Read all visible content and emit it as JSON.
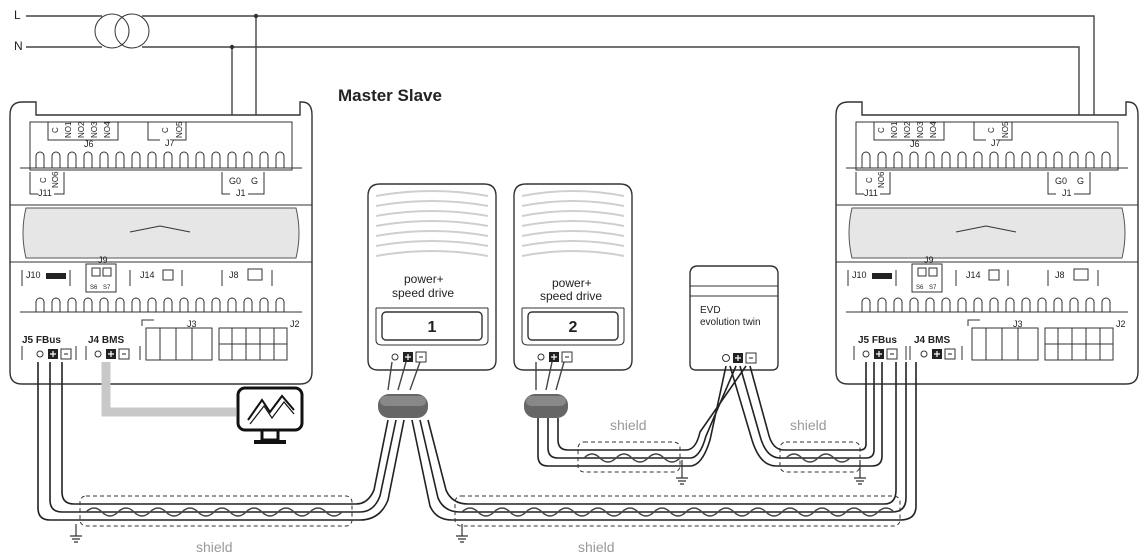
{
  "title": "Master Slave",
  "supply": {
    "l": "L",
    "n": "N"
  },
  "controller_left": {
    "j6": "J6",
    "j7": "J7",
    "j11": "J11",
    "j1": "J1",
    "c1": "C",
    "no1": "NO1",
    "no2": "NO2",
    "no3": "NO3",
    "no4": "NO4",
    "c7": "C",
    "no5": "NO5",
    "c11": "C",
    "no6": "NO6",
    "g0": "G0",
    "g": "G",
    "j9": "J9",
    "j10": "J10",
    "j14": "J14",
    "j8": "J8",
    "j5": "J5 FBus",
    "j4": "J4 BMS",
    "j3": "J3",
    "j2": "J2",
    "s6": "S6",
    "s7": "S7"
  },
  "controller_right": {
    "j6": "J6",
    "j7": "J7",
    "j11": "J11",
    "j1": "J1",
    "c1": "C",
    "no1": "NO1",
    "no2": "NO2",
    "no3": "NO3",
    "no4": "NO4",
    "c7": "C",
    "no5": "NO5",
    "c11": "C",
    "no6": "NO6",
    "g0": "G0",
    "g": "G",
    "j9": "J9",
    "j10": "J10",
    "j14": "J14",
    "j8": "J8",
    "j5": "J5 FBus",
    "j4": "J4 BMS",
    "j3": "J3",
    "j2": "J2",
    "s6": "S6",
    "s7": "S7"
  },
  "drive1": {
    "line1": "power+",
    "line2": "speed drive",
    "number": "1"
  },
  "drive2": {
    "line1": "power+",
    "line2": "speed drive",
    "number": "2"
  },
  "evd": {
    "line1": "EVD",
    "line2": "evolution twin"
  },
  "shields": [
    "shield",
    "shield",
    "shield",
    "shield"
  ]
}
